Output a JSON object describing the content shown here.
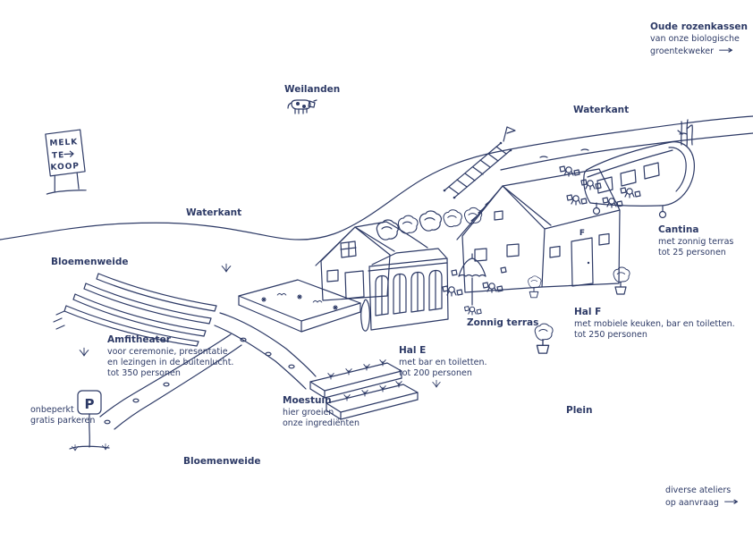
{
  "colors": {
    "ink": "#2d3a66",
    "bg": "#ffffff"
  },
  "icons": {
    "arrow_right": "→"
  },
  "signs": {
    "melk": {
      "line1": "MELK",
      "line2": "TE",
      "line3": "KOOP"
    },
    "parking_letter": "P",
    "hal_f_marker": "F"
  },
  "labels": {
    "oude_rozenkassen": {
      "title": "Oude rozenkassen",
      "line1": "van onze biologische",
      "line2": "groentekweker"
    },
    "weilanden": {
      "title": "Weilanden"
    },
    "waterkant_top": {
      "title": "Waterkant"
    },
    "waterkant_left": {
      "title": "Waterkant"
    },
    "bloemenweide_left": {
      "title": "Bloemenweide"
    },
    "bloemenweide_bottom": {
      "title": "Bloemenweide"
    },
    "amfitheater": {
      "title": "Amfitheater",
      "line1": "voor ceremonie, presentatie",
      "line2": "en lezingen in de buitenlucht.",
      "line3": "tot 350 personen"
    },
    "cantina": {
      "title": "Cantina",
      "line1": "met zonnig terras",
      "line2": "tot 25 personen"
    },
    "zonnig_terras": {
      "title": "Zonnig terras"
    },
    "hal_f": {
      "title": "Hal F",
      "line1": "met mobiele keuken, bar en toiletten.",
      "line2": "tot 250 personen"
    },
    "hal_e": {
      "title": "Hal E",
      "line1": "met bar en toiletten.",
      "line2": "tot 200 personen"
    },
    "moestuin": {
      "title": "Moestuin",
      "line1": "hier groeien",
      "line2": "onze ingrediënten"
    },
    "plein": {
      "title": "Plein"
    },
    "parkeren": {
      "line1": "onbeperkt",
      "line2": "gratis parkeren"
    },
    "ateliers": {
      "line1": "diverse ateliers",
      "line2": "op aanvraag"
    }
  }
}
